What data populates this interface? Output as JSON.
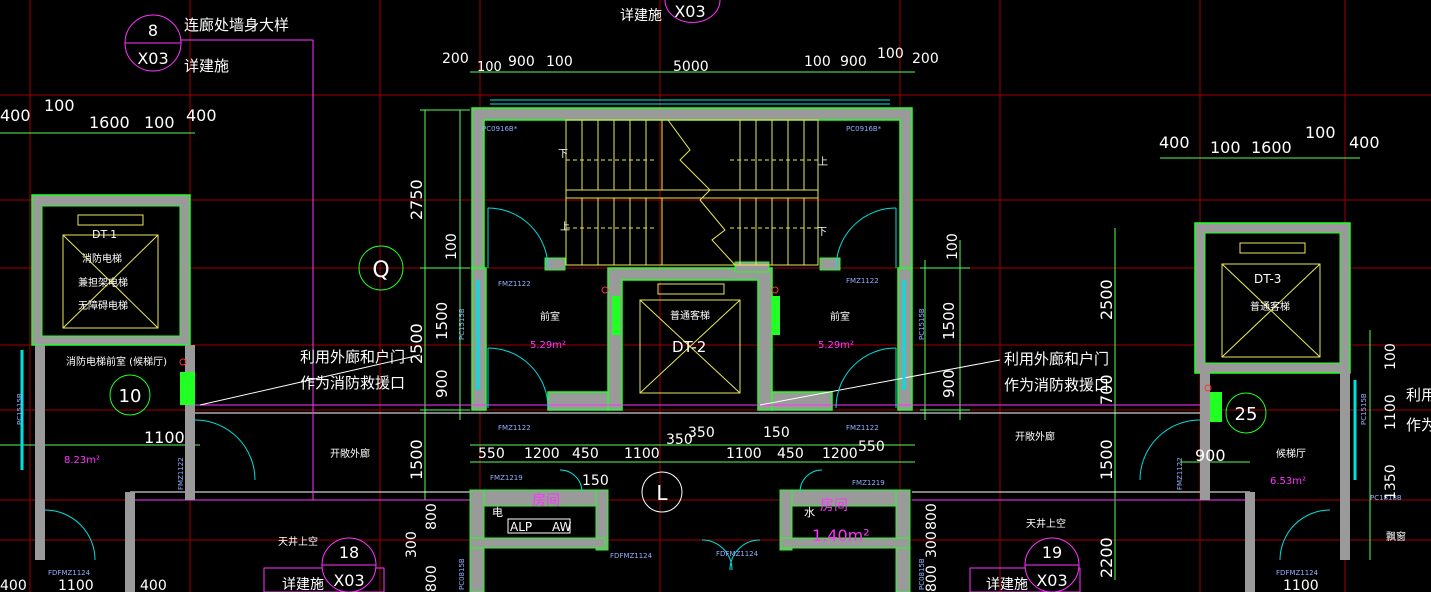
{
  "colors": {
    "background": "#000000",
    "grid": "#a00000",
    "wall_fill": "#9a9a9a",
    "wall_edge": "#22ff22",
    "dimension": "#55ff55",
    "stair": "#e8e85a",
    "door": "#00e0e0",
    "magenta": "#ff33ff",
    "text": "#ffffff",
    "blue_text": "#8fb0ff"
  },
  "callouts": [
    {
      "num": "8",
      "sheet": "X03"
    },
    {
      "num": "18",
      "sheet": "X03"
    },
    {
      "num": "19",
      "sheet": "X03"
    },
    {
      "num": "10"
    },
    {
      "num": "25"
    }
  ],
  "axes": {
    "q": "Q",
    "l": "L"
  },
  "title_notes": {
    "corridor_wall": "连廊处墙身大样",
    "see_detail": "详建施",
    "see_detail_top": "详建施",
    "top_sheet": "X03"
  },
  "notes": {
    "rescue_line1": "利用外廊和户门",
    "rescue_line2": "作为消防救援口",
    "right_edge1": "利用",
    "right_edge2": "作为"
  },
  "rooms": {
    "front_room": "前室",
    "area_529": "5.29m²",
    "fire_lobby": "消防电梯前室 (候梯厅)",
    "area_823": "8.23m²",
    "open_corridor": "开敞外廊",
    "waiting_hall": "候梯厅",
    "area_653": "6.53m²",
    "light_well": "天井上空",
    "room": "房间",
    "elec": "电",
    "water": "水",
    "alp": "ALP",
    "aw": "AW",
    "area_140": "1.40m²",
    "bay": "飘窗"
  },
  "elevators": {
    "dt1_name": "DT-1",
    "dt1_line1": "消防电梯",
    "dt1_line2": "兼担架电梯",
    "dt1_line3": "无障碍电梯",
    "dt2_name": "DT-2",
    "dt2_label": "普通客梯",
    "dt3_name": "DT-3",
    "dt3_label": "普通客梯"
  },
  "stair": {
    "up": "上",
    "down": "下"
  },
  "tags": {
    "pc0916": "PC0916B*",
    "fmz1122": "FMZ1122",
    "fmz1219": "FMZ1219",
    "fdfmz1124": "FDFMZ1124",
    "pc1515": "PC1515B",
    "pc0815": "PC0815B",
    "pc1818": "PC1818B"
  },
  "dims": {
    "d100": "100",
    "d200": "200",
    "d300": "300",
    "d350": "350",
    "d400": "400",
    "d450": "450",
    "d550": "550",
    "d800": "800",
    "d900": "900",
    "d150": "150",
    "d1100": "1100",
    "d1200": "1200",
    "d1350": "1350",
    "d1500": "1500",
    "d1600": "1600",
    "d2200": "2200",
    "d2500": "2500",
    "d2750": "2750",
    "d5000": "5000",
    "d700": "700"
  }
}
